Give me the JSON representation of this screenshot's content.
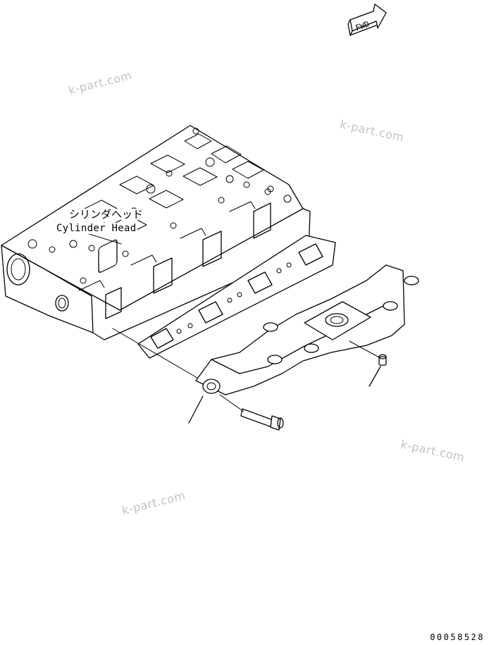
{
  "labels": {
    "part_name_jp": "シリンダヘッド",
    "part_name_en": "Cylinder Head",
    "fwd_arrow": "FWD"
  },
  "watermarks": [
    "k-part.com",
    "k-part.com",
    "k-part.com",
    "k-part.com"
  ],
  "figure_number": "00058528",
  "colors": {
    "line": "#000000",
    "background": "#ffffff",
    "watermark": "#c2c2c2"
  }
}
